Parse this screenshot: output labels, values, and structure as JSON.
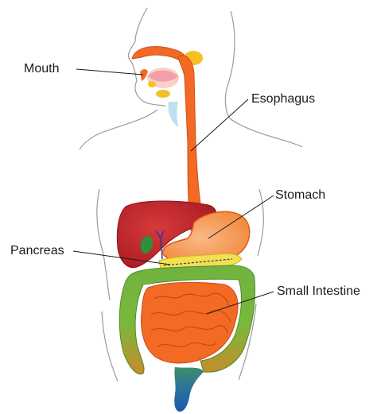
{
  "labels": {
    "mouth": "Mouth",
    "esophagus": "Esophagus",
    "stomach": "Stomach",
    "pancreas": "Pancreas",
    "small_intestine": "Small Intestine"
  },
  "colors": {
    "outline": "#9a9a9a",
    "esophagus": "#f26a24",
    "stomach": "#f7a66a",
    "liver": "#c8232c",
    "pancreas": "#f4e04d",
    "small_intestine": "#f26a24",
    "large_intestine": "#6fb33f",
    "rectum": "#1e5aa8",
    "salivary": "#f5c024",
    "leader_line": "#1a1a1a"
  }
}
